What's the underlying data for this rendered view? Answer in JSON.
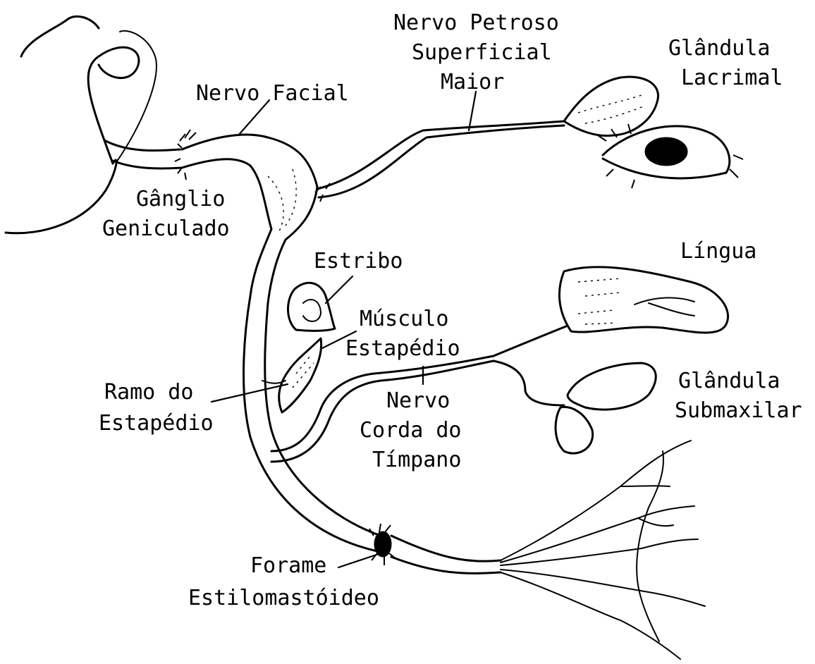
{
  "labels": {
    "nervo_facial": "Nervo Facial",
    "nervo_petroso_1": "Nervo Petroso",
    "nervo_petroso_2": "Superficial",
    "nervo_petroso_3": "Maior",
    "glandula_lacrimal_1": "Glândula",
    "glandula_lacrimal_2": "Lacrimal",
    "ganglio_1": "Gânglio",
    "ganglio_2": "Geniculado",
    "estribo": "Estribo",
    "lingua": "Língua",
    "musculo_1": "Músculo",
    "musculo_2": "Estapédio",
    "ramo_1": "Ramo do",
    "ramo_2": "Estapédio",
    "corda_1": "Nervo",
    "corda_2": "Corda do",
    "corda_3": "Tímpano",
    "glandula_sub_1": "Glândula",
    "glandula_sub_2": "Submaxilar",
    "forame_1": "Forame",
    "forame_2": "Estilomastóideo"
  },
  "icons": [
    "nerve-path",
    "lacrimal-gland-drawing",
    "eye-drawing",
    "tongue-drawing",
    "submaxillary-gland-drawing",
    "stapes-drawing",
    "stapedius-muscle-drawing",
    "facial-branches-drawing"
  ],
  "colors": {
    "ink": "#000000",
    "paper": "#ffffff"
  }
}
